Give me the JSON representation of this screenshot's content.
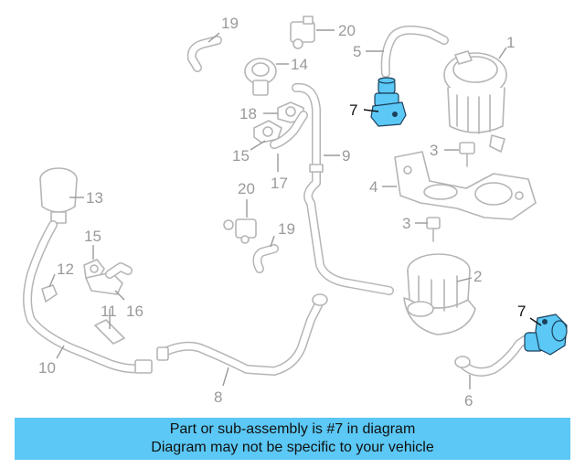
{
  "callouts": {
    "c1": "1",
    "c2": "2",
    "c3a": "3",
    "c3b": "3",
    "c4": "4",
    "c5": "5",
    "c6": "6",
    "c7a": "7",
    "c7b": "7",
    "c8": "8",
    "c9": "9",
    "c10": "10",
    "c11": "11",
    "c12": "12",
    "c13": "13",
    "c14": "14",
    "c15a": "15",
    "c15b": "15",
    "c16": "16",
    "c17": "17",
    "c18": "18",
    "c19a": "19",
    "c19b": "19",
    "c20a": "20",
    "c20b": "20"
  },
  "banner": {
    "line1": "Part or sub-assembly is #7 in diagram",
    "line2": "Diagram may not be specific to your vehicle"
  },
  "colors": {
    "highlight": "#5bc8f5",
    "linework": "#b5b5b5",
    "banner_bg": "#5bc8f5"
  },
  "highlighted_part": "7"
}
